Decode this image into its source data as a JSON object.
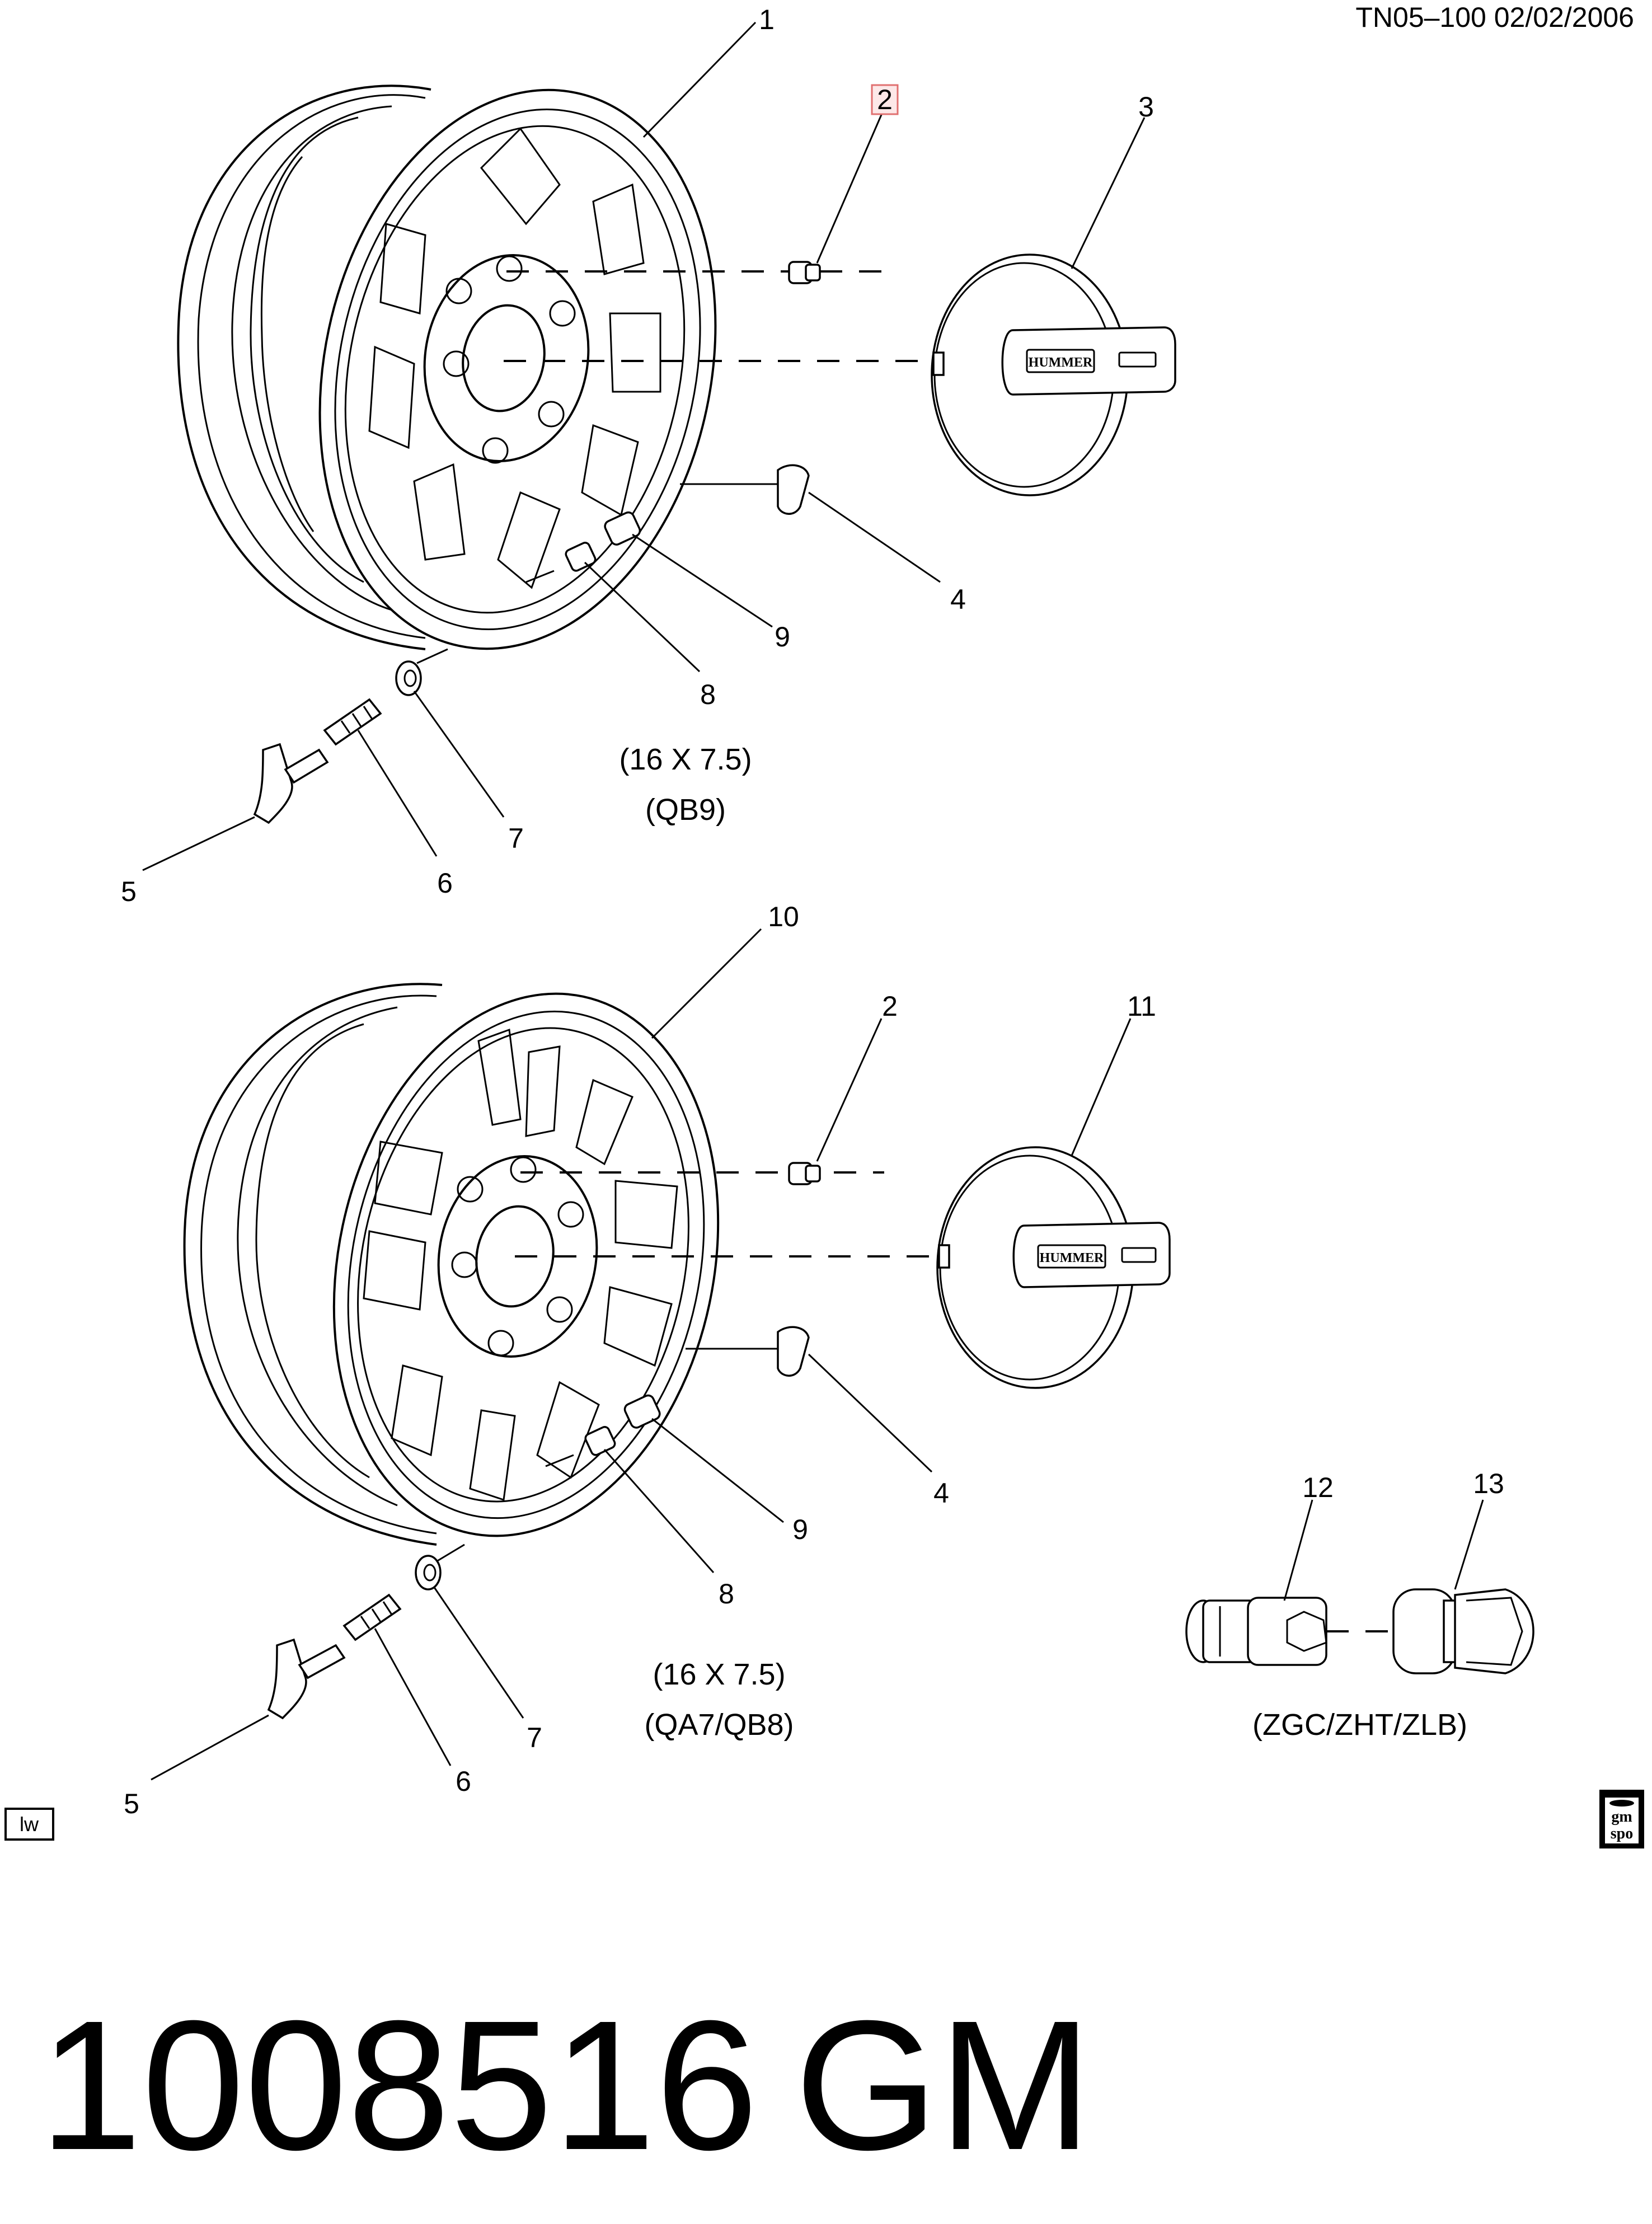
{
  "header": {
    "ref": "TN05–100  02/02/2006"
  },
  "top_assembly": {
    "caption_size": "(16 X 7.5)",
    "caption_code": "(QB9)",
    "callouts": {
      "c1": "1",
      "c2": "2",
      "c3": "3",
      "c4": "4",
      "c5": "5",
      "c6": "6",
      "c7": "7",
      "c8": "8",
      "c9": "9"
    },
    "cap_brand": "HUMMER"
  },
  "bottom_assembly": {
    "caption_size": "(16 X 7.5)",
    "caption_code": "(QA7/QB8)",
    "callouts": {
      "c10": "10",
      "c2": "2",
      "c11": "11",
      "c4": "4",
      "c5": "5",
      "c6": "6",
      "c7": "7",
      "c8": "8",
      "c9": "9"
    },
    "cap_brand": "HUMMER"
  },
  "lock_kit": {
    "callouts": {
      "c12": "12",
      "c13": "13"
    },
    "caption": "(ZGC/ZHT/ZLB)"
  },
  "corner_tag": "lw",
  "gm_spo_logo": {
    "line1": "gm",
    "line2": "spo"
  },
  "footer": {
    "part_number": "1008516",
    "brand": "GM"
  },
  "colors": {
    "highlight_box": "#e07070",
    "ink": "#000000"
  }
}
